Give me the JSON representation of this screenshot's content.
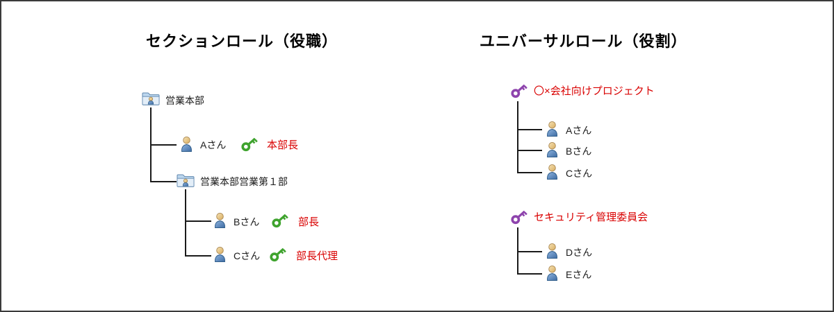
{
  "page": {
    "left_title": "セクションロール（役職）",
    "right_title": "ユニバーサルロール（役割）"
  },
  "section_tree": {
    "root_label": "営業本部",
    "member_a": {
      "name": "Aさん",
      "role": "本部長"
    },
    "subfolder_label": "営業本部営業第１部",
    "member_b": {
      "name": "Bさん",
      "role": "部長"
    },
    "member_c": {
      "name": "Cさん",
      "role": "部長代理"
    }
  },
  "universal_tree": {
    "group1": {
      "label": "〇×会社向けプロジェクト",
      "members": [
        "Aさん",
        "Bさん",
        "Cさん"
      ]
    },
    "group2": {
      "label": "セキュリティ管理委員会",
      "members": [
        "Dさん",
        "Eさん"
      ]
    }
  },
  "icons": {
    "folder": "group-folder-icon",
    "person": "person-icon",
    "section_key": "green-key-icon",
    "universal_key": "purple-key-icon"
  },
  "colors": {
    "role_text": "#d90000",
    "section_key": "#3fa32e",
    "universal_key": "#8e44ad",
    "tree_line": "#1a1a1a"
  }
}
